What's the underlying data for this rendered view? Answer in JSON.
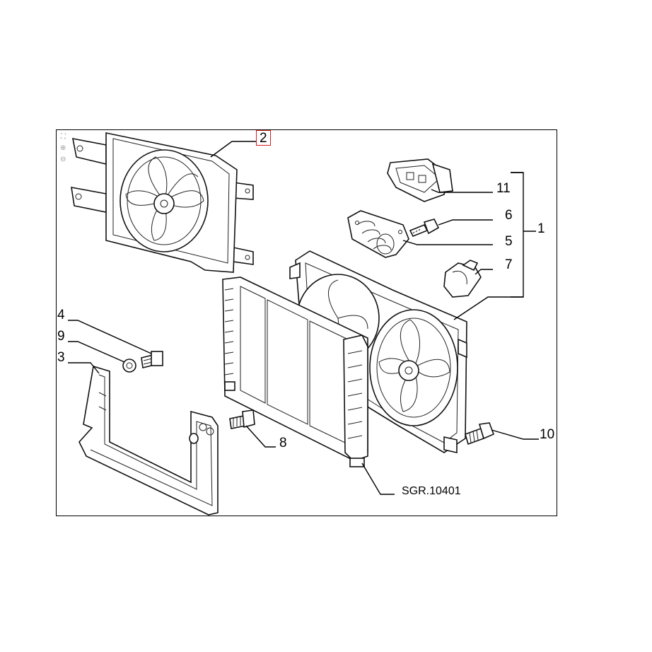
{
  "viewer_tools": {
    "fit_icon": "fit-icon",
    "zoom_in_icon": "zoom-in-icon",
    "zoom_out_icon": "zoom-out-icon"
  },
  "callouts": {
    "c1": "1",
    "c2": "2",
    "c3": "3",
    "c4": "4",
    "c5": "5",
    "c6": "6",
    "c7": "7",
    "c8": "8",
    "c9": "9",
    "c10": "10",
    "c11": "11"
  },
  "drawing_code": "SGR.10401",
  "colors": {
    "highlight": "#d12020",
    "line": "#000000"
  }
}
